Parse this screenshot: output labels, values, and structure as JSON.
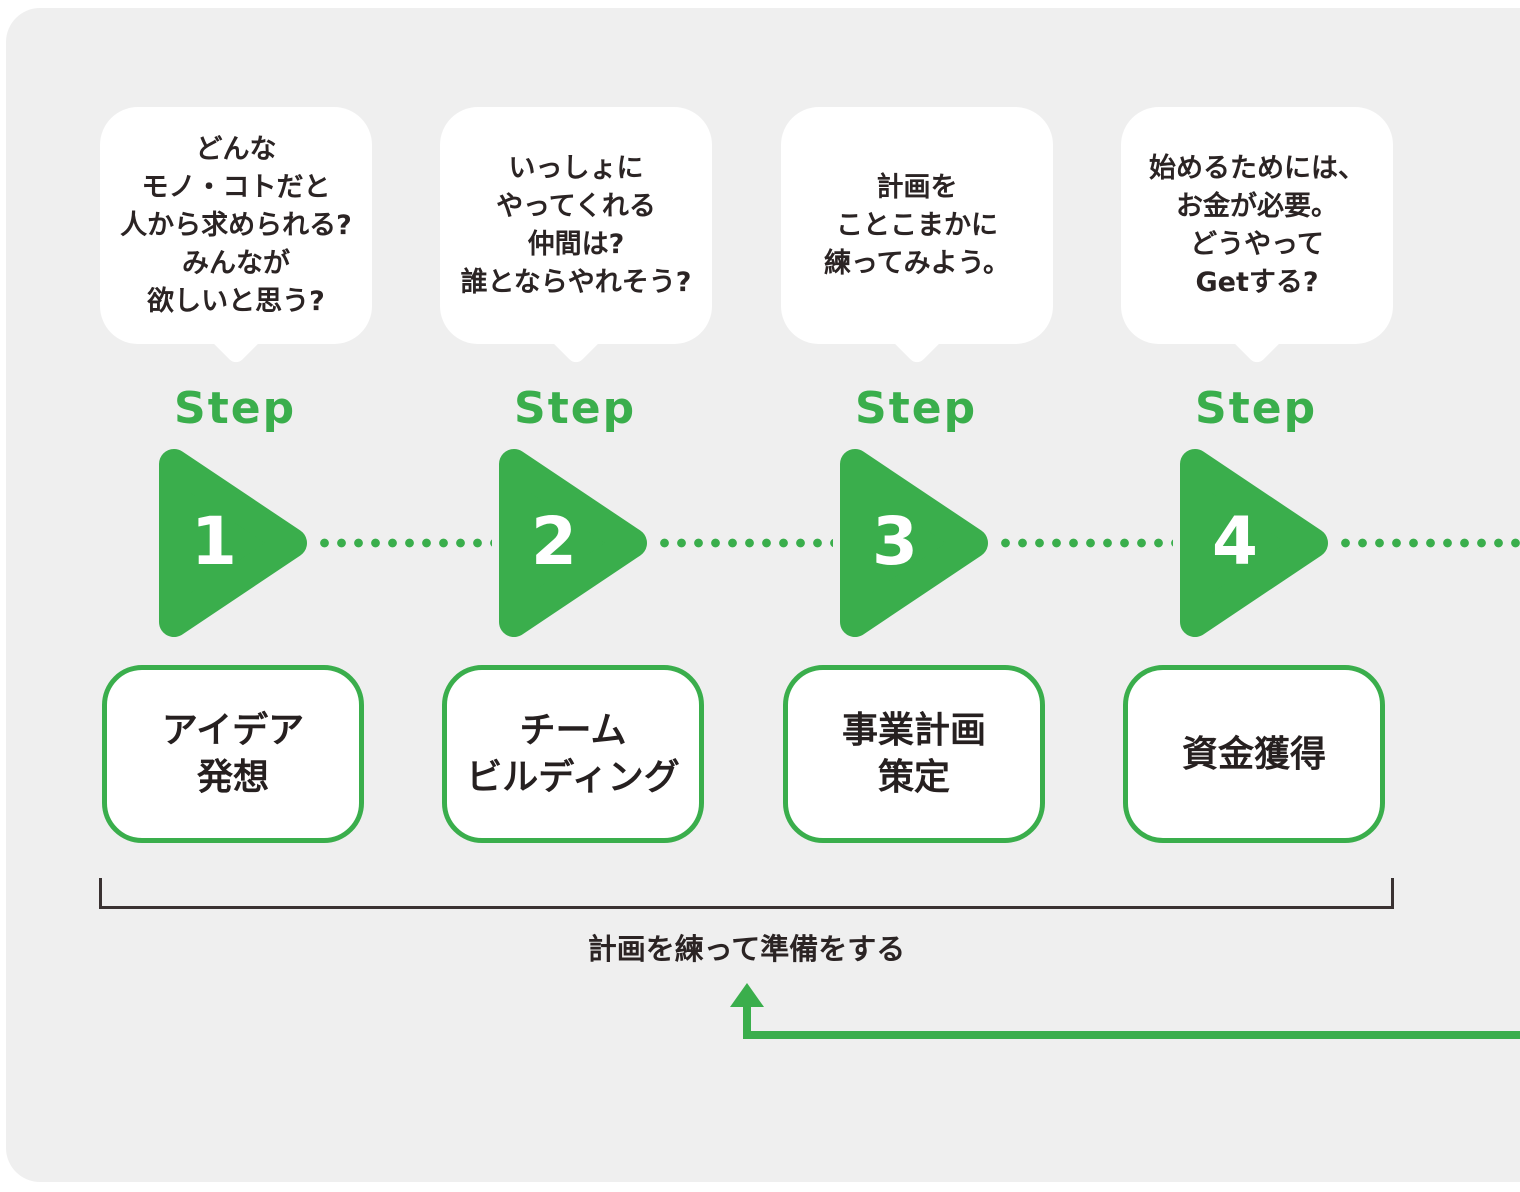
{
  "palette": {
    "green": "#3aae4c",
    "panel_bg": "#efefef",
    "text_dark": "#2b2424",
    "bracket_color": "#3a3232"
  },
  "steps": [
    {
      "label": "Step",
      "number": "1",
      "bubble_lines": [
        "どんな",
        "モノ・コトだと",
        "人から求められる?",
        "みんなが",
        "欲しいと思う?"
      ],
      "box_lines": [
        "アイデア",
        "発想"
      ]
    },
    {
      "label": "Step",
      "number": "2",
      "bubble_lines": [
        "いっしょに",
        "やってくれる",
        "仲間は?",
        "誰とならやれそう?"
      ],
      "box_lines": [
        "チーム",
        "ビルディング"
      ]
    },
    {
      "label": "Step",
      "number": "3",
      "bubble_lines": [
        "計画を",
        "ことこまかに",
        "練ってみよう。"
      ],
      "box_lines": [
        "事業計画",
        "策定"
      ]
    },
    {
      "label": "Step",
      "number": "4",
      "bubble_lines": [
        "始めるためには、",
        "お金が必要。",
        "どうやって",
        "Getする?"
      ],
      "box_lines": [
        "資金獲得"
      ]
    }
  ],
  "bottom": {
    "bracket_caption": "計画を練って準備をする"
  }
}
